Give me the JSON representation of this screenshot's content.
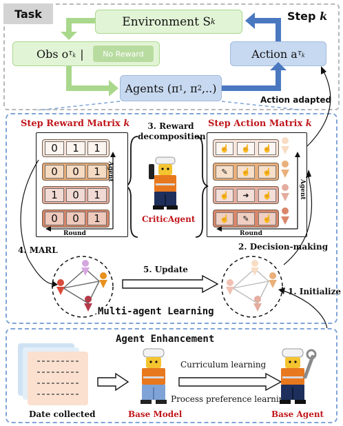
{
  "task": {
    "label": "Task",
    "step_label": "Step",
    "step_var": "k",
    "environment": "Environment S",
    "environment_sub": "k",
    "obs": "Obs o",
    "obs_sub": "τ",
    "obs_subsub": "k",
    "obs_sep": "|",
    "no_reward": "No Reward",
    "agents": "Agents (π",
    "agents_rest": ", π",
    "agents_end": ",..)",
    "agents_s1": "1",
    "agents_s2": "2",
    "action": "Action a",
    "action_sub": "τ",
    "action_subsub": "k",
    "action_adapted": "Action adapted"
  },
  "learning": {
    "reward_matrix_title": "Step Reward Matrix",
    "action_matrix_title": "Step Action Matrix",
    "matrix_sub": "k",
    "reward_decomp_1": "3. Reward",
    "reward_decomp_2": "decomposition",
    "critic_agent": "CriticAgent",
    "agent_axis": "Agent",
    "round_axis": "Round",
    "reward_rows": [
      [
        "0",
        "1",
        "1"
      ],
      [
        "0",
        "0",
        "1"
      ],
      [
        "1",
        "0",
        "1"
      ],
      [
        "0",
        "0",
        "1"
      ]
    ],
    "marl": "4. MARL",
    "decision_making": "2. Decision-making",
    "update": "5. Update",
    "initialize": "1. Initialize",
    "multi_agent_learning": "Multi-agent Learning"
  },
  "enhancement": {
    "title": "Agent Enhancement",
    "date_collected": "Date collected",
    "base_model": "Base Model",
    "base_agent": "Base Agent",
    "curriculum": "Curriculum learning",
    "process_pref": "Process preference learning"
  },
  "colors": {
    "green_box": "#e2f4d6",
    "green_border": "#a9d88c",
    "blue_box": "#c7d9f0",
    "blue_arrow": "#4a78c0",
    "red_text": "#c0161b",
    "row1": "#f8e6dc",
    "row2": "#eab07a",
    "row3": "#e3ad9f",
    "row4": "#d9876a"
  }
}
